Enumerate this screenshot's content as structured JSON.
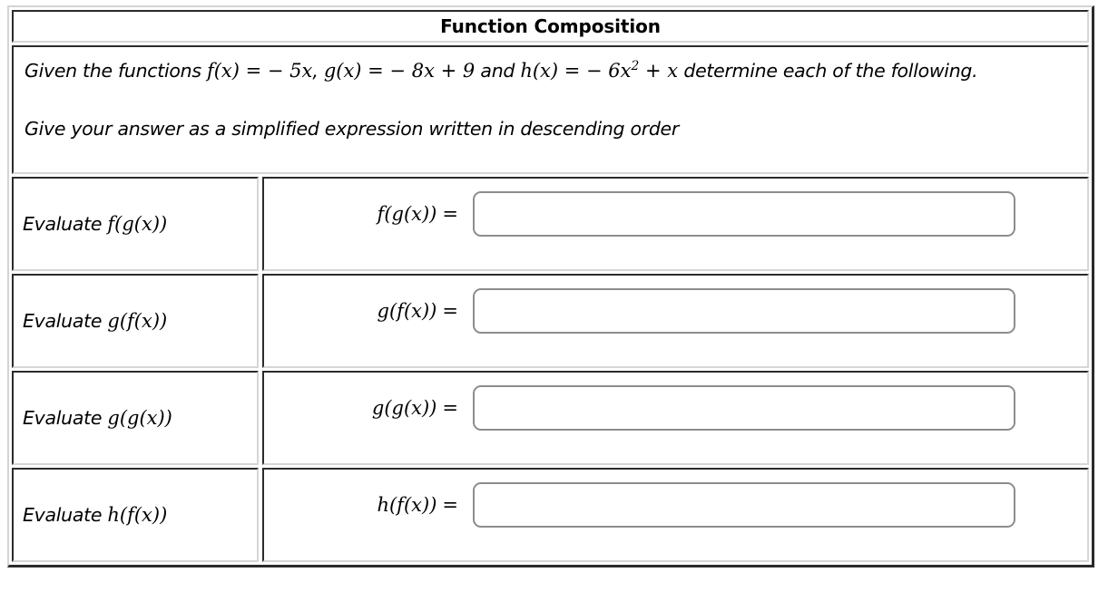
{
  "header": {
    "title": "Function Composition"
  },
  "prompt": {
    "line1_pre": "Given the functions ",
    "line1_math_f": "f(x) =  − 5x",
    "line1_sep1": ", ",
    "line1_math_g": "g(x) =  − 8x + 9",
    "line1_mid": " and ",
    "line1_math_h_base": "h(x) =  − 6x",
    "line1_math_h_exp": "2",
    "line1_math_h_tail": " + x",
    "line1_post": " determine each of the following.",
    "line2": "Give your answer as a simplified expression written in descending order",
    "full_line1": "Given the functions f(x) = − 5x, g(x) = − 8x + 9 and h(x) = − 6x² + x determine each of the following."
  },
  "functions": {
    "f": "f(x) = − 5x",
    "g": "g(x) = − 8x + 9",
    "h": "h(x) = − 6x² + x"
  },
  "questions": [
    {
      "label_text": "Evaluate ",
      "label_math": "f(g(x))",
      "expression": "f(g(x))",
      "equals": "=",
      "answer_value": "",
      "answer_placeholder": ""
    },
    {
      "label_text": "Evaluate ",
      "label_math": "g(f(x))",
      "expression": "g(f(x))",
      "equals": "=",
      "answer_value": "",
      "answer_placeholder": ""
    },
    {
      "label_text": "Evaluate ",
      "label_math": "g(g(x))",
      "expression": "g(g(x))",
      "equals": "=",
      "answer_value": "",
      "answer_placeholder": ""
    },
    {
      "label_text": "Evaluate ",
      "label_math": "h(f(x))",
      "expression": "h(f(x))",
      "equals": "=",
      "answer_value": "",
      "answer_placeholder": ""
    }
  ],
  "colors": {
    "text": "#000000",
    "cell_border_dark": "#2b2b2b",
    "cell_border_light": "#d6d6d6",
    "input_border": "#8d8d8d",
    "background": "#ffffff"
  }
}
